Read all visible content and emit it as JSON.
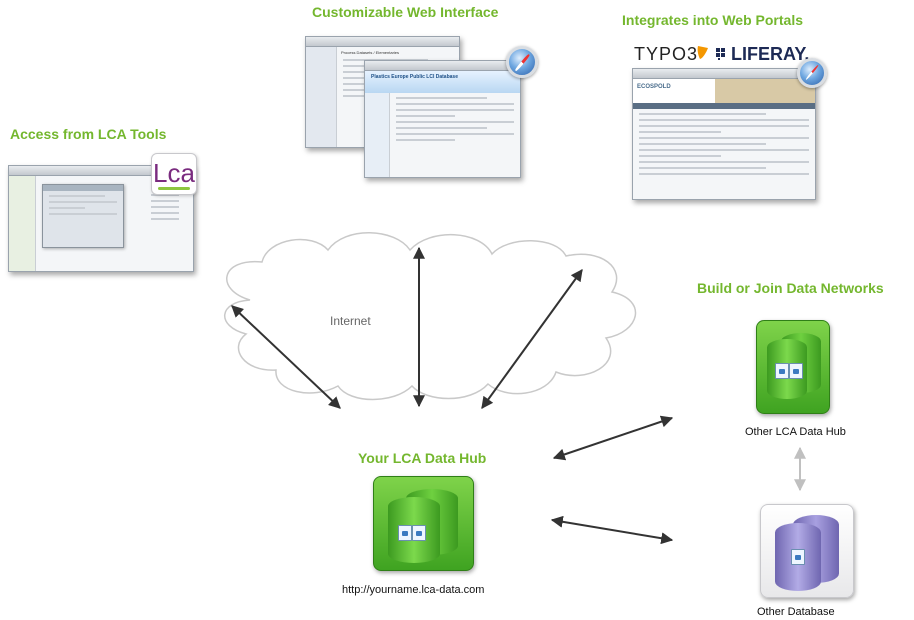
{
  "headings": {
    "web_interface": "Customizable Web Interface",
    "portals": "Integrates into Web Portals",
    "lca_tools": "Access from LCA Tools",
    "networks": "Build or Join Data Networks",
    "your_hub": "Your LCA Data Hub"
  },
  "labels": {
    "internet": "Internet",
    "hub_url": "http://yourname.lca-data.com",
    "other_hub": "Other LCA Data Hub",
    "other_db": "Other Database"
  },
  "logos": {
    "lca": "Lca",
    "typo3": "TYPO3",
    "liferay": "LIFERAY."
  },
  "screenshots": {
    "front_title": "Plastics Europe Public LCI Database",
    "back_title": "Process Datasets / Elementaries",
    "portal_brand": "ECOSPOLD"
  },
  "colors": {
    "heading": "#74b72e",
    "hub_green": "#5cbf2c",
    "arrow": "#333333",
    "light_arrow": "#c0c0c0",
    "db_purple": "#8d84c8"
  }
}
